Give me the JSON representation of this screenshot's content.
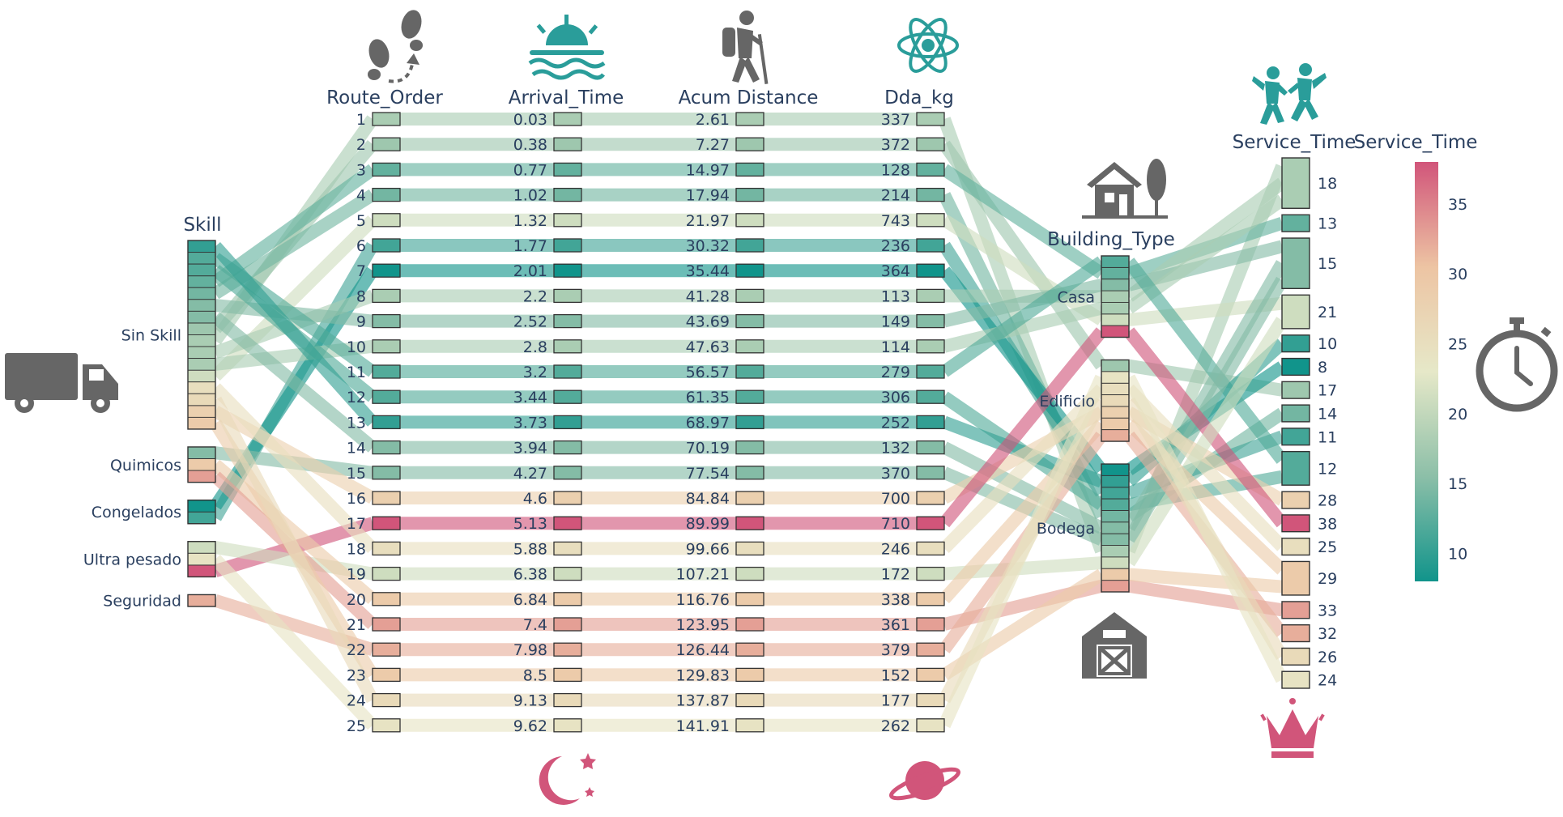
{
  "icons": {
    "truck": "truck-icon",
    "footsteps": "footsteps-icon",
    "sunrise": "sunrise-icon",
    "hiker": "hiker-icon",
    "atom": "atom-icon",
    "house": "house-icon",
    "barn": "barn-icon",
    "dancers": "dancers-icon",
    "moon": "moon-icon",
    "planet": "planet-icon",
    "crown": "crown-icon",
    "stopwatch": "stopwatch-icon",
    "gray": "#666666",
    "teal": "#2a9d9a",
    "pink": "#d1557a"
  },
  "chart_data": {
    "type": "parallel_categories",
    "dimensions": [
      "Skill",
      "Route_Order",
      "Arrival_Time",
      "Acum Distance",
      "Dda_kg",
      "Building_Type",
      "Service_Time"
    ],
    "skill_categories": [
      "Sin Skill",
      "Quimicos",
      "Congelados",
      "Ultra pesado",
      "Seguridad"
    ],
    "building_categories": [
      "Casa",
      "Edificio",
      "Bodega"
    ],
    "service_time_categories": [
      18,
      13,
      15,
      21,
      10,
      8,
      17,
      14,
      11,
      12,
      28,
      38,
      25,
      29,
      33,
      32,
      26,
      24
    ],
    "route_order": [
      1,
      2,
      3,
      4,
      5,
      6,
      7,
      8,
      9,
      10,
      11,
      12,
      13,
      14,
      15,
      16,
      17,
      18,
      19,
      20,
      21,
      22,
      23,
      24,
      25
    ],
    "arrival_time": [
      "0.03",
      "0.38",
      "0.77",
      "1.02",
      "1.32",
      "1.77",
      "2.01",
      "2.2",
      "2.52",
      "2.8",
      "3.2",
      "3.44",
      "3.73",
      "3.94",
      "4.27",
      "4.6",
      "5.13",
      "5.88",
      "6.38",
      "6.84",
      "7.4",
      "7.98",
      "8.5",
      "9.13",
      "9.62"
    ],
    "acum_distance": [
      "2.61",
      "7.27",
      "14.97",
      "17.94",
      "21.97",
      "30.32",
      "35.44",
      "41.28",
      "43.69",
      "47.63",
      "56.57",
      "61.35",
      "68.97",
      "70.19",
      "77.54",
      "84.84",
      "89.99",
      "99.66",
      "107.21",
      "116.76",
      "123.95",
      "126.44",
      "129.83",
      "137.87",
      "141.91"
    ],
    "dda_kg": [
      "337",
      "372",
      "128",
      "214",
      "743",
      "236",
      "364",
      "113",
      "149",
      "114",
      "279",
      "306",
      "252",
      "132",
      "370",
      "700",
      "710",
      "246",
      "172",
      "338",
      "361",
      "379",
      "152",
      "177",
      "262"
    ],
    "records": [
      {
        "route": 1,
        "skill": "Sin Skill",
        "building": "Bodega",
        "service_time": 18
      },
      {
        "route": 2,
        "skill": "Sin Skill",
        "building": "Edificio",
        "service_time": 17
      },
      {
        "route": 3,
        "skill": "Sin Skill",
        "building": "Casa",
        "service_time": 13
      },
      {
        "route": 4,
        "skill": "Sin Skill",
        "building": "Bodega",
        "service_time": 14
      },
      {
        "route": 5,
        "skill": "Sin Skill",
        "building": "Casa",
        "service_time": 21
      },
      {
        "route": 6,
        "skill": "Congelados",
        "building": "Bodega",
        "service_time": 11
      },
      {
        "route": 7,
        "skill": "Congelados",
        "building": "Bodega",
        "service_time": 8
      },
      {
        "route": 8,
        "skill": "Sin Skill",
        "building": "Casa",
        "service_time": 18
      },
      {
        "route": 9,
        "skill": "Sin Skill",
        "building": "Casa",
        "service_time": 15
      },
      {
        "route": 10,
        "skill": "Sin Skill",
        "building": "Casa",
        "service_time": 18
      },
      {
        "route": 11,
        "skill": "Sin Skill",
        "building": "Casa",
        "service_time": 12
      },
      {
        "route": 12,
        "skill": "Sin Skill",
        "building": "Bodega",
        "service_time": 12
      },
      {
        "route": 13,
        "skill": "Sin Skill",
        "building": "Bodega",
        "service_time": 10
      },
      {
        "route": 14,
        "skill": "Sin Skill",
        "building": "Bodega",
        "service_time": 15
      },
      {
        "route": 15,
        "skill": "Quimicos",
        "building": "Bodega",
        "service_time": 15
      },
      {
        "route": 16,
        "skill": "Sin Skill",
        "building": "Edificio",
        "service_time": 28
      },
      {
        "route": 17,
        "skill": "Ultra pesado",
        "building": "Casa",
        "service_time": 38
      },
      {
        "route": 18,
        "skill": "Sin Skill",
        "building": "Edificio",
        "service_time": 25
      },
      {
        "route": 19,
        "skill": "Ultra pesado",
        "building": "Bodega",
        "service_time": 21
      },
      {
        "route": 20,
        "skill": "Quimicos",
        "building": "Edificio",
        "service_time": 29
      },
      {
        "route": 21,
        "skill": "Quimicos",
        "building": "Bodega",
        "service_time": 33
      },
      {
        "route": 22,
        "skill": "Seguridad",
        "building": "Edificio",
        "service_time": 32
      },
      {
        "route": 23,
        "skill": "Sin Skill",
        "building": "Bodega",
        "service_time": 29
      },
      {
        "route": 24,
        "skill": "Sin Skill",
        "building": "Edificio",
        "service_time": 26
      },
      {
        "route": 25,
        "skill": "Ultra pesado",
        "building": "Edificio",
        "service_time": 24
      }
    ],
    "colorscale": {
      "title": "Service_Time",
      "min": 8,
      "max": 38,
      "ticks": [
        10,
        15,
        20,
        25,
        30,
        35
      ],
      "stops": [
        "#11948b",
        "#8cbfa8",
        "#e6e8c8",
        "#edc4a3",
        "#d1557a"
      ]
    }
  }
}
